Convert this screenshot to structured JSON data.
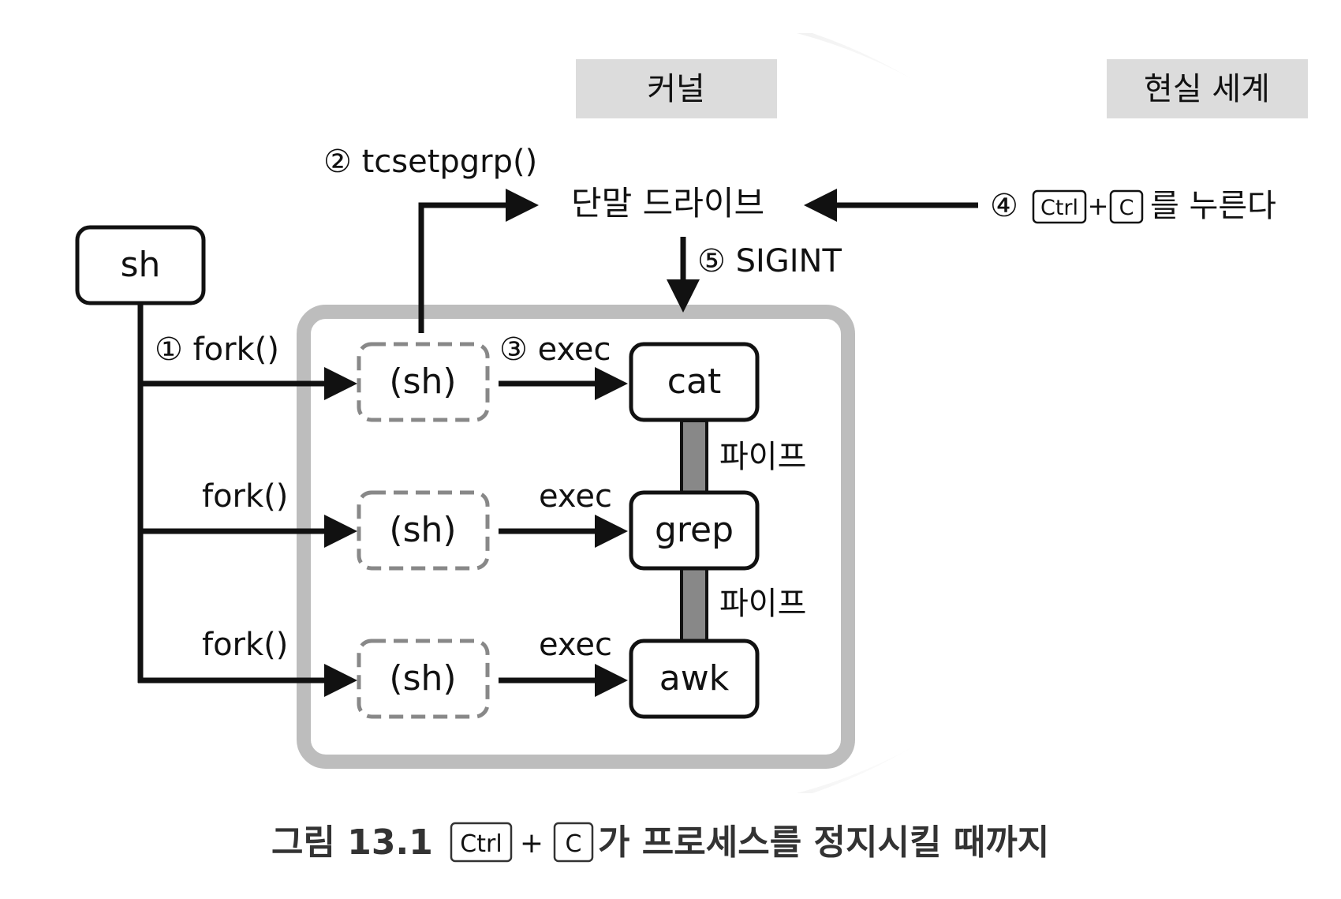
{
  "zones": {
    "kernel": "커널",
    "real_world": "현실 세계"
  },
  "nodes": {
    "sh": "sh",
    "child_sh": [
      "(sh)",
      "(sh)",
      "(sh)"
    ],
    "cat": "cat",
    "grep": "grep",
    "awk": "awk",
    "terminal_driver": "단말 드라이브"
  },
  "edges": {
    "step1": "① fork()",
    "fork2": "fork()",
    "fork3": "fork()",
    "step2": "② tcsetpgrp()",
    "step3": "③ exec",
    "exec2": "exec",
    "exec3": "exec",
    "step4_num": "④",
    "step4_suffix": "를 누른다",
    "step5": "⑤ SIGINT",
    "pipe1": "파이프",
    "pipe2": "파이프"
  },
  "keys": {
    "ctrl": "Ctrl",
    "plus": "+",
    "c": "C"
  },
  "caption": {
    "prefix": "그림 13.1",
    "suffix": "가 프로세스를 정지시킬 때까지"
  }
}
